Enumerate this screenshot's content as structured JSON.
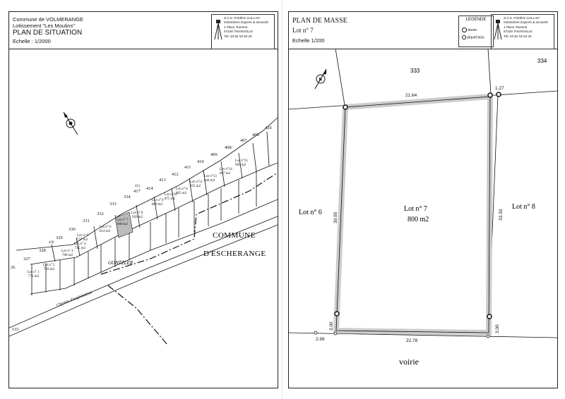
{
  "left_sheet": {
    "commune": "Commune de VOLMERANGE",
    "lotissement": "Lotissement \"Les Moulins\"",
    "title": "PLAN DE SITUATION",
    "scale": "Echelle : 1/2000"
  },
  "right_sheet": {
    "title": "PLAN DE MASSE",
    "lot": "Lot n° 7",
    "scale": "Echelle 1/200"
  },
  "cabinet": {
    "name": "S.A.S. Frédéric GALLAN",
    "profession": "Géomètres-Experts & associés",
    "address": "1 Place Turenne",
    "city": "57100 THIONVILLE",
    "phone": "Tél. 03 82 53 64 25"
  },
  "legend": {
    "title": "LEGENDE",
    "items": [
      "borne",
      "piquet bois"
    ]
  },
  "situation_map": {
    "parcel_numbers": [
      "26",
      "327",
      "328",
      "329",
      "330",
      "331",
      "332",
      "333",
      "334",
      "417",
      "414",
      "413",
      "412",
      "411",
      "410",
      "409",
      "408",
      "407",
      "406",
      "426",
      "430",
      "415"
    ],
    "lots": [
      {
        "label": "Lot n° 1",
        "area": "771 m2"
      },
      {
        "label": "Lot n° 2",
        "area": "783 m2"
      },
      {
        "label": "Lot n° 3",
        "area": "708 m2"
      },
      {
        "label": "Lot n° 4",
        "area": "745 m2"
      },
      {
        "label": "Lot n° 5",
        "area": "727 m2"
      },
      {
        "label": "Lot n° 6",
        "area": "814 m2"
      },
      {
        "label": "Lot n° 7",
        "area": "800 m2"
      },
      {
        "label": "Lot n° 8",
        "area": "950 m2"
      },
      {
        "label": "Lot n° 9",
        "area": "889 m2"
      },
      {
        "label": "Lot n°10",
        "area": "875 m2"
      },
      {
        "label": "Lot n°11",
        "area": "865 m2"
      },
      {
        "label": "Lot n°12",
        "area": "855 m2"
      },
      {
        "label": "Lot n°13",
        "area": "844 m2"
      },
      {
        "label": "Lot n°14",
        "area": "807 m2"
      },
      {
        "label": "Lot n°15",
        "area": "905 m2"
      }
    ],
    "road_name": "GONTZLER",
    "chemin": "Chemin d'exploitation",
    "commune_line1": "COMMUNE",
    "commune_line2": "D'ESCHERANGE",
    "route_code": "133"
  },
  "masse_plan": {
    "parcel_333": "333",
    "parcel_334": "334",
    "lot_center": "Lot n° 7",
    "area": "800 m2",
    "lot_left": "Lot n° 6",
    "lot_right": "Lot n° 8",
    "voirie": "voirie",
    "dims": {
      "top": "21.64",
      "top_right": "1.27",
      "left": "30.95",
      "right": "33.30",
      "left_small": "3.00",
      "right_small": "3.00",
      "bottom": "22.78",
      "bottom_left": "2.99"
    }
  }
}
